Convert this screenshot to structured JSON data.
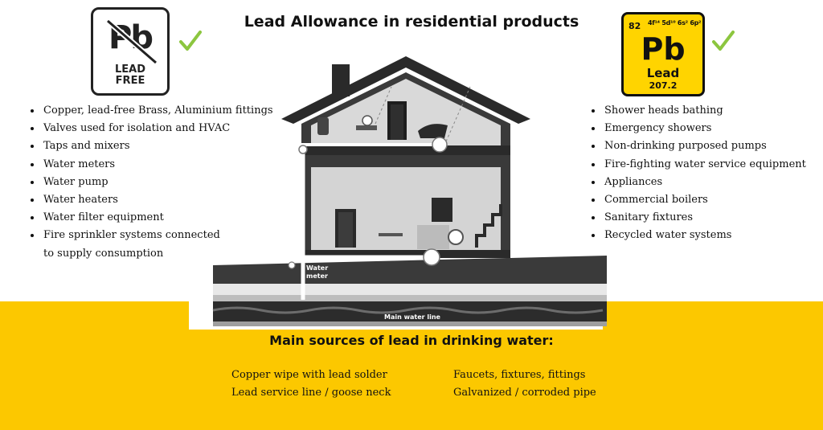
{
  "title": "Lead Allowance in residential products",
  "lead_free_badge": {
    "symbol": "Pb",
    "line1": "LEAD",
    "line2": "FREE"
  },
  "element_badge": {
    "atomic_number": "82",
    "configuration": "4f¹⁴ 5d¹⁰ 6s² 6p²",
    "symbol": "Pb",
    "name": "Lead",
    "mass": "207.2"
  },
  "left_list": [
    "Copper, lead-free Brass, Aluminium fittings",
    "Valves used for isolation and HVAC",
    "Taps and mixers",
    "Water meters",
    "Water pump",
    "Water heaters",
    "Water filter equipment",
    "Fire sprinkler systems connected",
    "to supply consumption"
  ],
  "right_list": [
    "Shower heads bathing",
    "Emergency showers",
    "Non-drinking purposed pumps",
    "Fire-fighting water service equipment",
    "Appliances",
    "Commercial boilers",
    "Sanitary fixtures",
    "Recycled water systems"
  ],
  "house_labels": {
    "water_meter_1": "Water",
    "water_meter_2": "meter",
    "main_line": "Main water line"
  },
  "band_title": "Main sources of lead in drinking water:",
  "sources_left": [
    "Copper wipe with lead solder",
    "Lead service line / goose neck"
  ],
  "sources_right": [
    "Faucets, fixtures, fittings",
    "Galvanized / corroded pipe"
  ],
  "colors": {
    "band": "#fcc800",
    "check": "#8cc63f",
    "badge_yellow": "#ffd400"
  },
  "icons": [
    "lead-free-badge-icon",
    "check-icon",
    "periodic-element-icon",
    "house-illustration"
  ]
}
